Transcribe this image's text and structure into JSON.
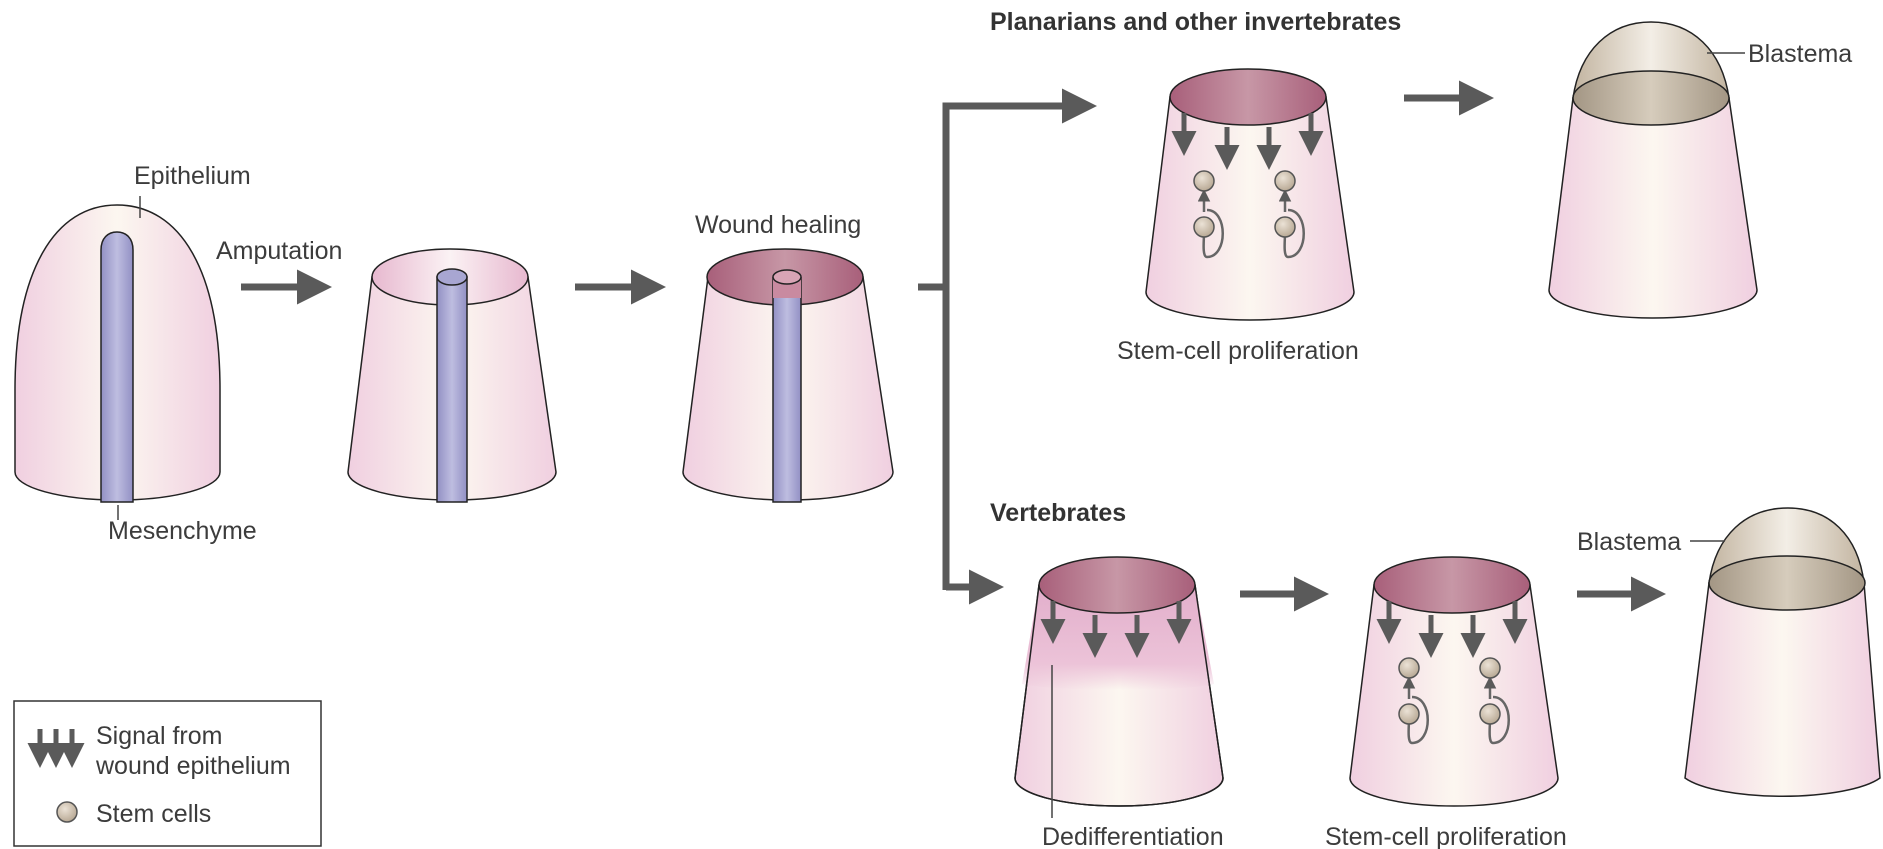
{
  "labels": {
    "epithelium": "Epithelium",
    "mesenchyme": "Mesenchyme",
    "amputation": "Amputation",
    "wound_healing": "Wound healing",
    "planarians_header": "Planarians and other invertebrates",
    "vertebrates_header": "Vertebrates",
    "stem_cell_proliferation_top": "Stem-cell proliferation",
    "stem_cell_proliferation_bottom": "Stem-cell proliferation",
    "dedifferentiation": "Dedifferentiation",
    "blastema_top": "Blastema",
    "blastema_bottom": "Blastema"
  },
  "legend": {
    "signal_line1": "Signal from",
    "signal_line2": "wound epithelium",
    "stem_cells": "Stem cells"
  },
  "colors": {
    "tissue_light": "#fbf5ee",
    "tissue_pink": "#efcfe0",
    "mesenchyme": "#a8a6d2",
    "wound_rim": "#b86f87",
    "blastema": "#cbbda9",
    "arrow": "#5a5a5a",
    "stem_cell": "#cbbba7"
  }
}
